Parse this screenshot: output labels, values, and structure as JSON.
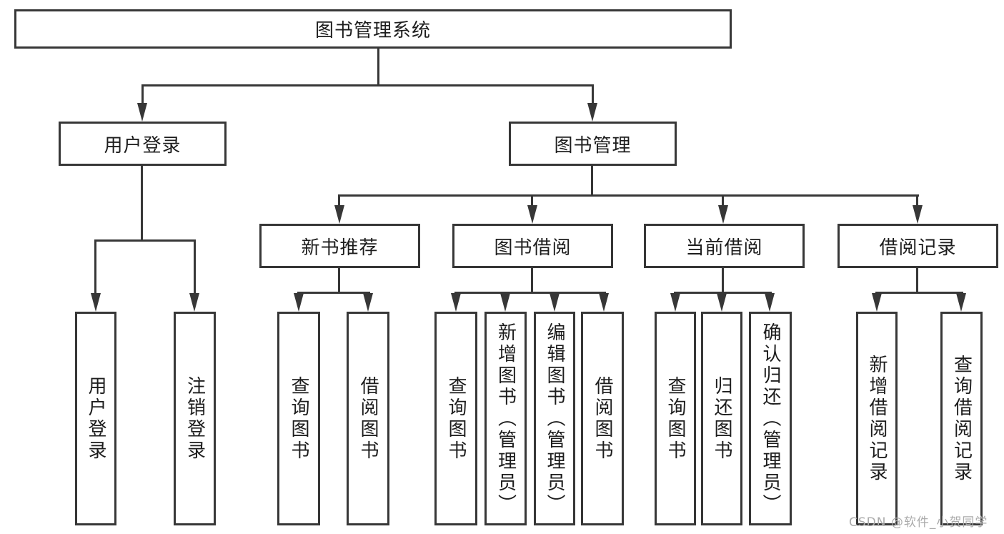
{
  "diagram_type": "hierarchy-tree",
  "colors": {
    "background": "#ffffff",
    "box_fill": "#ffffff",
    "box_border": "#373737",
    "connector_line": "#373737",
    "text": "#1d1d1d",
    "watermark_text": "#ababab"
  },
  "hierarchy": {
    "label": "图书管理系统",
    "children": [
      {
        "label": "用户登录",
        "children": [
          {
            "label": "用户登录"
          },
          {
            "label": "注销登录"
          }
        ]
      },
      {
        "label": "图书管理",
        "children": [
          {
            "label": "新书推荐",
            "children": [
              {
                "label": "查询图书"
              },
              {
                "label": "借阅图书"
              }
            ]
          },
          {
            "label": "图书借阅",
            "children": [
              {
                "label": "查询图书"
              },
              {
                "label": "新增图书（管理员）"
              },
              {
                "label": "编辑图书（管理员）"
              },
              {
                "label": "借阅图书"
              }
            ]
          },
          {
            "label": "当前借阅",
            "children": [
              {
                "label": "查询图书"
              },
              {
                "label": "归还图书"
              },
              {
                "label": "确认归还（管理员）"
              }
            ]
          },
          {
            "label": "借阅记录",
            "children": [
              {
                "label": "新增借阅记录"
              },
              {
                "label": "查询借阅记录"
              }
            ]
          }
        ]
      }
    ]
  },
  "watermark": {
    "text": "CSDN @软件_小贺同学"
  }
}
